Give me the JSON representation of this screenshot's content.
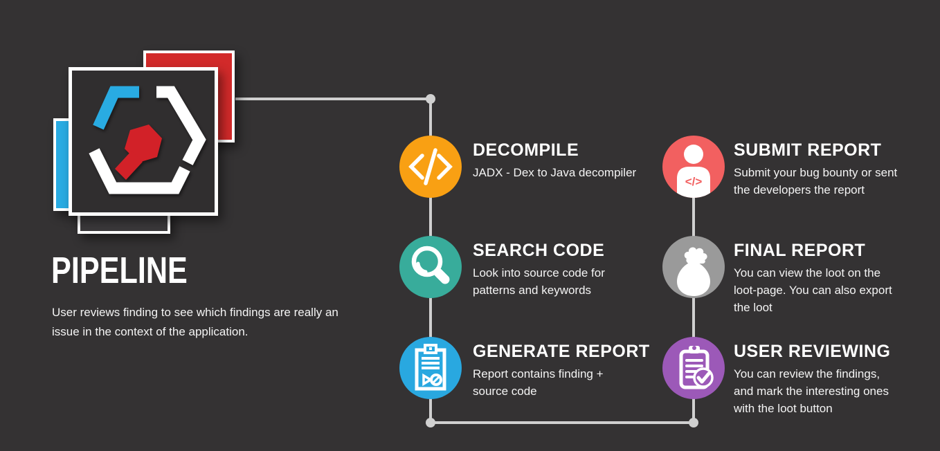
{
  "page": {
    "background": "#343233",
    "connector_color": "#D0D0D0"
  },
  "logo": {
    "label": "code-hexagon-logo",
    "colors": {
      "accent_red": "#D22128",
      "accent_cyan": "#29ABE2",
      "tile_dark": "#3B393B",
      "outline": "#FFFFFF"
    }
  },
  "intro": {
    "title": "PIPELINE",
    "description_lines": [
      "User reviews finding to see which findings are really an",
      "issue in the context of the application."
    ]
  },
  "steps": [
    {
      "title": "DECOMPILE",
      "color": "#F9A013",
      "icon": "code-icon",
      "description_lines": [
        "JADX - Dex to Java decompiler"
      ]
    },
    {
      "title": "SEARCH CODE",
      "color": "#38AC9B",
      "icon": "magnifier-icon",
      "description_lines": [
        "Look into source code for",
        "patterns and keywords"
      ]
    },
    {
      "title": "GENERATE REPORT",
      "color": "#29A8E0",
      "icon": "report-clipboard-icon",
      "description_lines": [
        "Report contains finding +",
        "source code"
      ]
    },
    {
      "title": "SUBMIT REPORT",
      "color": "#F26060",
      "icon": "person-code-icon",
      "description_lines": [
        "Submit your bug bounty or sent",
        "the developers the report"
      ]
    },
    {
      "title": "FINAL REPORT",
      "color": "#9A9A9A",
      "icon": "money-bag-icon",
      "description_lines": [
        "You can view the loot on the",
        "loot-page. You can also export",
        "the loot"
      ]
    },
    {
      "title": "USER REVIEWING",
      "color": "#9C59B8",
      "icon": "clipboard-check-icon",
      "description_lines": [
        "You can review the findings,",
        "and mark the interesting ones",
        "with the loot button"
      ]
    }
  ]
}
